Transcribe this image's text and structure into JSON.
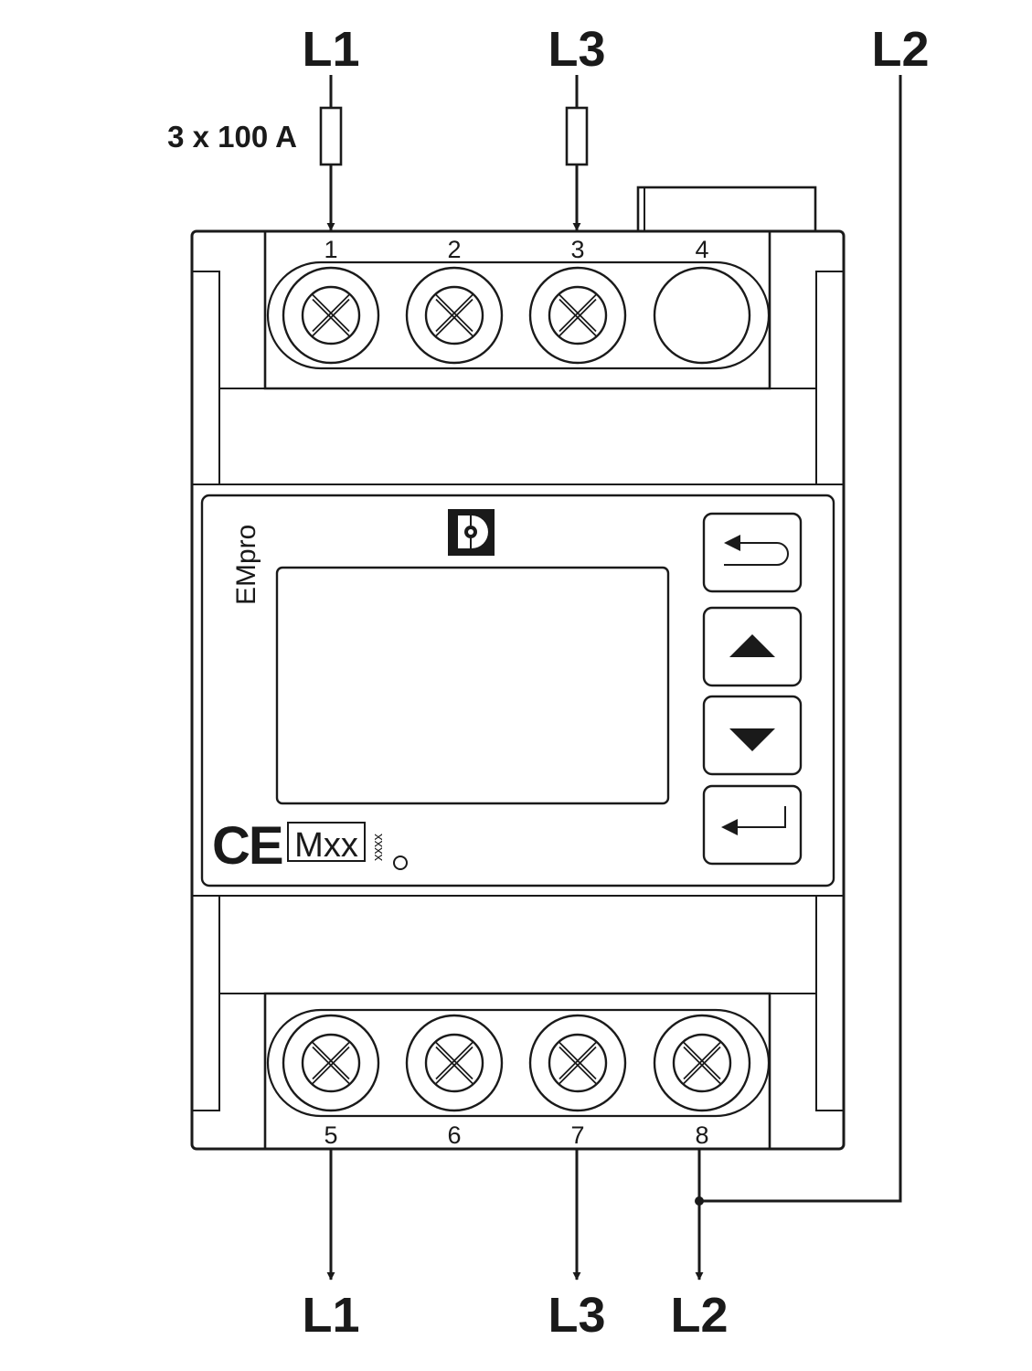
{
  "phases": {
    "top_l1": "L1",
    "top_l3": "L3",
    "top_l2": "L2",
    "bottom_l1": "L1",
    "bottom_l3": "L3",
    "bottom_l2": "L2"
  },
  "fuse_rating": "3 x 100 A",
  "terminals_top": [
    "1",
    "2",
    "3",
    "4"
  ],
  "terminals_bottom": [
    "5",
    "6",
    "7",
    "8"
  ],
  "device": {
    "brand": "EMpro",
    "ce_mark": "CE",
    "metrology_mark": "Mxx",
    "metrology_code": "xxxx"
  },
  "buttons": {
    "back": "back-arrow-icon",
    "up": "arrow-up-icon",
    "down": "arrow-down-icon",
    "enter": "enter-icon"
  },
  "colors": {
    "line": "#1a1a1a",
    "background": "#ffffff"
  }
}
